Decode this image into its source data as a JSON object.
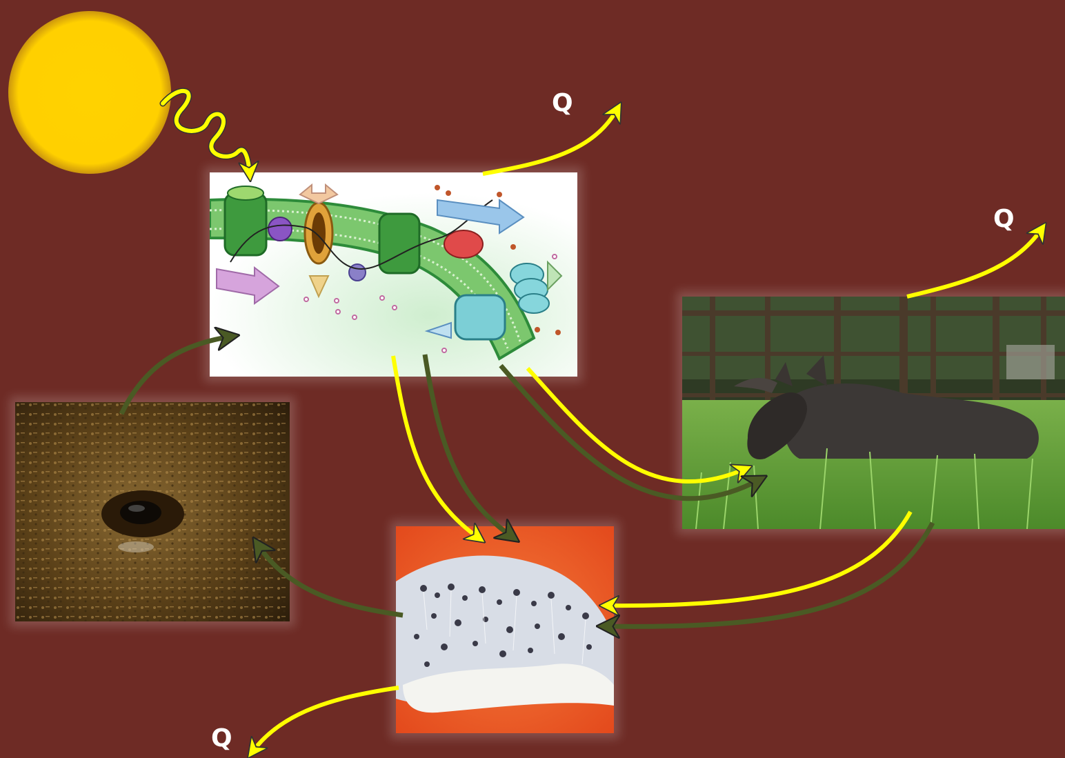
{
  "diagram": {
    "heat_labels": [
      "Q",
      "Q",
      "Q"
    ],
    "colors": {
      "background": "#6e2b25",
      "sun": "#ffd200",
      "energy_arrow": "#ffff00",
      "matter_arrow": "#4a5a24"
    },
    "nodes": [
      {
        "id": "sun",
        "kind": "sun"
      },
      {
        "id": "producer",
        "kind": "chloroplast-membrane-illustration"
      },
      {
        "id": "consumer",
        "kind": "moose-photo"
      },
      {
        "id": "decomposer",
        "kind": "mold-photo"
      },
      {
        "id": "soil",
        "kind": "soil-photo"
      }
    ],
    "edges": [
      {
        "from": "sun",
        "to": "producer",
        "type": "energy"
      },
      {
        "from": "producer",
        "to": "heat",
        "type": "energy"
      },
      {
        "from": "producer",
        "to": "decomposer",
        "type": "energy"
      },
      {
        "from": "producer",
        "to": "decomposer",
        "type": "matter"
      },
      {
        "from": "producer",
        "to": "consumer",
        "type": "energy"
      },
      {
        "from": "producer",
        "to": "consumer",
        "type": "matter"
      },
      {
        "from": "consumer",
        "to": "heat",
        "type": "energy"
      },
      {
        "from": "consumer",
        "to": "decomposer",
        "type": "energy"
      },
      {
        "from": "consumer",
        "to": "decomposer",
        "type": "matter"
      },
      {
        "from": "decomposer",
        "to": "soil",
        "type": "matter"
      },
      {
        "from": "decomposer",
        "to": "heat",
        "type": "energy"
      },
      {
        "from": "soil",
        "to": "producer",
        "type": "matter"
      }
    ]
  }
}
